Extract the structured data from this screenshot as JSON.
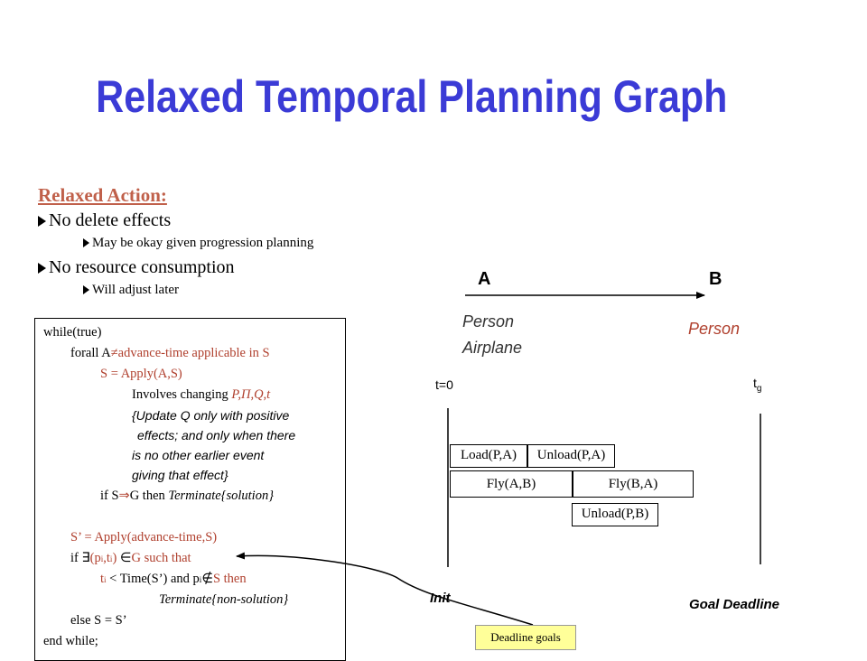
{
  "title": "Relaxed Temporal Planning Graph",
  "relaxed_action": {
    "heading": "Relaxed Action:",
    "bullets": [
      {
        "text": "No delete effects",
        "sub": "May be okay given progression planning"
      },
      {
        "text": "No resource consumption",
        "sub": "Will adjust later"
      }
    ]
  },
  "code": {
    "l1": "while(true)",
    "l2a": "forall A",
    "l2b": "advance-time applicable in S",
    "l3": "S = Apply(A,S)",
    "l4a": "Involves changing ",
    "l4b": "P,",
    "l4c": ",Q,t",
    "l5": "{Update Q only with positive",
    "l6": "effects; and only when there",
    "l7": "is no other earlier event",
    "l8": "giving that effect}",
    "l9a": "if S",
    "l9b": "G then ",
    "l9c": "Terminate{solution}",
    "l10": "S’ = Apply(advance-time,S)",
    "l11a": "if ",
    "l11b": "(p",
    "l11c": ",t",
    "l11d": ") ",
    "l11e": "G such that",
    "l12a": "t",
    "l12b": " < Time(S’) and p",
    "l12c": "S then",
    "l13": "Terminate{non-solution}",
    "l14": "else S = S’",
    "l15": "end while;"
  },
  "diagram": {
    "a_label": "A",
    "b_label": "B",
    "person_a": "Person",
    "airplane_a": "Airplane",
    "person_b": "Person",
    "t0": "t=0",
    "tg": "t",
    "tg_sub": "g",
    "actions": {
      "load_pa": "Load(P,A)",
      "unload_pa": "Unload(P,A)",
      "fly_ab": "Fly(A,B)",
      "fly_ba": "Fly(B,A)",
      "unload_pb": "Unload(P,B)"
    },
    "init_label": "Init",
    "goal_label": "Goal Deadline",
    "deadline_goals": "Deadline goals"
  },
  "colors": {
    "title": "#3b3bd6",
    "heading": "#c0604a",
    "code_red": "#b0402e",
    "note_bg": "#ffff99",
    "person_b": "#b0402e"
  }
}
